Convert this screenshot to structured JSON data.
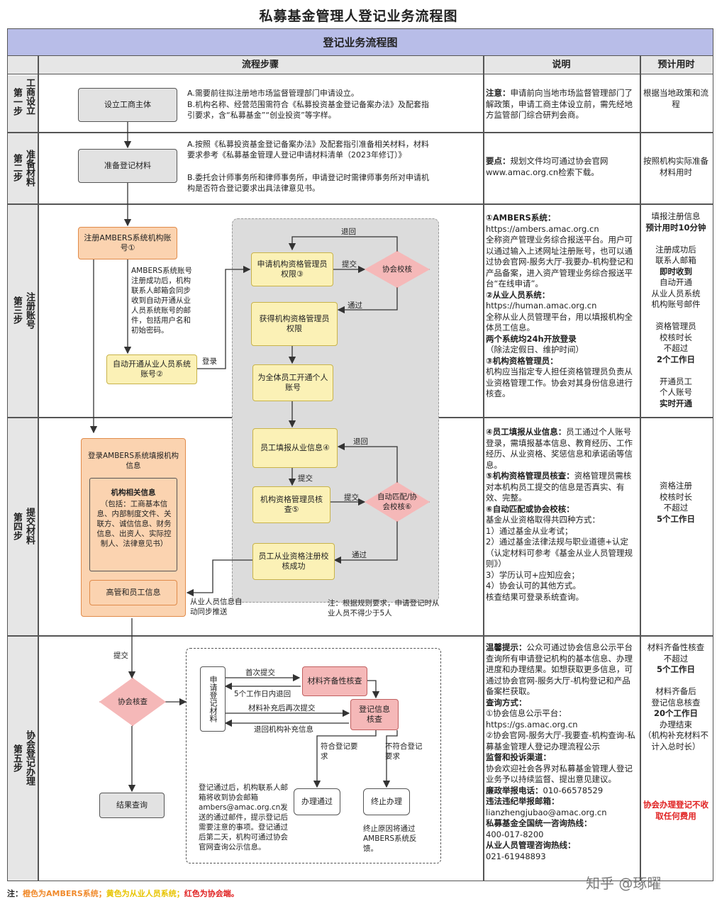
{
  "title": "私募基金管理人登记业务流程图",
  "banner": "登记业务流程图",
  "headers": {
    "steps": "流程步骤",
    "desc": "说明",
    "time": "预计用时"
  },
  "stages": [
    {
      "label": "第一步",
      "name": "工商设立"
    },
    {
      "label": "第二步",
      "name": "准备材料"
    },
    {
      "label": "第三步",
      "name": "注册账号"
    },
    {
      "label": "第四步",
      "name": "提交材料"
    },
    {
      "label": "第五步",
      "name": "协会登记办理"
    }
  ],
  "s1": {
    "box": "设立工商主体",
    "note_a": "A.需要前往拟注册地市场监督管理部门申请设立。",
    "note_b": "B.机构名称、经营范围需符合《私募投资基金登记备案办法》及配套指引要求，含“私募基金”“创业投资”等字样。",
    "desc_key": "注意：",
    "desc": "申请前向当地市场监督管理部门了解政策，申请工商主体设立前，需先经地方监管部门综合研判会商。",
    "time": "根据当地政策和流程"
  },
  "s2": {
    "box": "准备登记材料",
    "note_a": "A.按照《私募投资基金登记备案办法》及配套指引准备相关材料，材料要求参考《私募基金管理人登记申请材料清单（2023年修订）》",
    "note_b": "B.委托会计师事务所和律师事务所，申请登记时需律师事务所对申请机构是否符合登记要求出具法律意见书。",
    "desc_key": "要点：",
    "desc": "规划文件均可通过协会官网www.amac.org.cn检索下载。",
    "time": "按照机构实际准备材料用时"
  },
  "s3": {
    "box_register": "注册AMBERS系统机构账号①",
    "note_ambers": "AMBERS系统账号注册成功后，机构联系人邮箱会同步收到自动开通从业人员系统账号的邮件，包括用户名和初始密码。",
    "box_auto": "自动开通从业人员系统账号②",
    "label_login": "登录",
    "box_apply": "申请机构资格管理员权限③",
    "label_submit": "提交",
    "diamond": "协会校核",
    "label_return": "退回",
    "label_pass": "通过",
    "box_get": "获得机构资格管理员权限",
    "box_open": "为全体员工开通个人账号",
    "desc": [
      {
        "k": "①AMBERS系统：",
        "v": ""
      },
      {
        "k": "",
        "v": "https://ambers.amac.org.cn"
      },
      {
        "k": "",
        "v": "全称资产管理业务综合报送平台。用户可以通过输入上述网址注册账号，也可以通过协会官网-服务大厅-我要办-机构登记和产品备案，进入资产管理业务综合报送平台“在线申请”。"
      },
      {
        "k": "②从业人员系统：",
        "v": ""
      },
      {
        "k": "",
        "v": "https://human.amac.org.cn"
      },
      {
        "k": "",
        "v": "全称从业人员管理平台，用以填报机构全体员工信息。"
      },
      {
        "k": "两个系统均24h开放登录",
        "v": ""
      },
      {
        "k": "",
        "v": "（除法定假日、维护时间）"
      },
      {
        "k": "③机构资格管理员：",
        "v": ""
      },
      {
        "k": "",
        "v": "机构应当指定专人担任资格管理员负责从业资格管理工作。协会对其身份信息进行核查。"
      }
    ],
    "time": [
      {
        "t": "填报注册信息",
        "b": false
      },
      {
        "t": "预计用时10分钟",
        "b": true
      },
      {
        "t": "",
        "b": false
      },
      {
        "t": "注册成功后",
        "b": false
      },
      {
        "t": "联系人邮箱",
        "b": false
      },
      {
        "t": "即时收到",
        "b": true
      },
      {
        "t": "自动开通",
        "b": false
      },
      {
        "t": "从业人员系统",
        "b": false
      },
      {
        "t": "机构账号邮件",
        "b": false
      },
      {
        "t": "",
        "b": false
      },
      {
        "t": "资格管理员",
        "b": false
      },
      {
        "t": "校核时长",
        "b": false
      },
      {
        "t": "不超过",
        "b": false
      },
      {
        "t": "2个工作日",
        "b": true
      },
      {
        "t": "",
        "b": false
      },
      {
        "t": "开通员工",
        "b": false
      },
      {
        "t": "个人账号",
        "b": false
      },
      {
        "t": "实时开通",
        "b": true
      }
    ]
  },
  "s4": {
    "box_login": "登录AMBERS系统填报机构信息",
    "info_title": "机构相关信息",
    "info_body": "（包括：工商基本信息、内部制度文件、关联方、诚信信息、财务信息、出资人、实际控制人、法律意见书）",
    "box_staff_info": "高管和员工信息",
    "note_sync": "从业人员信息自动同步推送",
    "box_fill": "员工填报从业信息④",
    "label_return": "退回",
    "label_submit": "提交",
    "box_review": "机构资格管理员核查⑤",
    "label_submit2": "提交",
    "diamond": "自动匹配/协会校核⑥",
    "label_pass": "通过",
    "box_success": "员工从业资格注册校核成功",
    "note_rule": "注：根据规则要求，申请登记时从业人员不得少于5人",
    "desc": [
      {
        "k": "④员工填报从业信息：",
        "v": "员工通过个人账号登录，需填报基本信息、教育经历、工作经历、从业资格、奖惩信息和承诺函等信息。"
      },
      {
        "k": "⑤机构资格管理员核查：",
        "v": "资格管理员需核对本机构员工提交的信息是否真实、有效、完整。"
      },
      {
        "k": "⑥自动匹配或协会校核：",
        "v": ""
      },
      {
        "k": "",
        "v": "基金从业资格取得共四种方式："
      },
      {
        "k": "",
        "v": "1）通过基金从业考试；"
      },
      {
        "k": "",
        "v": "2）通过基金法律法规与职业道德+认定（认定材料可参考《基金从业人员管理规则》）"
      },
      {
        "k": "",
        "v": "3）学历认可+应知应会；"
      },
      {
        "k": "",
        "v": "4）协会认可的其他方式。"
      },
      {
        "k": "",
        "v": "核查结果可登录系统查询。"
      }
    ],
    "time": [
      {
        "t": "资格注册",
        "b": false
      },
      {
        "t": "校核时长",
        "b": false
      },
      {
        "t": "不超过",
        "b": false
      },
      {
        "t": "5个工作日",
        "b": true
      }
    ]
  },
  "s5": {
    "label_submit": "提交",
    "diamond": "协会核查",
    "box_result": "结果查询",
    "box_apply": "申请登记材料",
    "label_first": "首次提交",
    "label_5days": "5个工作日内退回",
    "box_complete": "材料齐备性核查",
    "label_resubmit": "材料补充后再次提交",
    "box_reg_check": "登记信息核查",
    "label_return": "退回机构补充信息",
    "label_ok": "符合登记要求",
    "label_notok": "不符合登记要求",
    "box_pass": "办理通过",
    "box_stop": "终止办理",
    "note_pass": "登记通过后，机构联系人邮箱将收到协会邮箱ambers@amac.org.cn发送的通过邮件，提示登记后需要注意的事项。登记通过后第二天，机构可通过协会官网查询公示信息。",
    "note_stop": "终止原因将通过AMBERS系统反馈。",
    "desc": [
      {
        "k": "温馨提示：",
        "v": "公众可通过协会信息公示平台查询所有申请登记机构的基本信息、办理进度和办理结果。如想获取更多信息，可通过协会官网-服务大厅-机构登记和产品备案栏获取。"
      },
      {
        "k": "查询方式：",
        "v": ""
      },
      {
        "k": "",
        "v": "①协会信息公示平台："
      },
      {
        "k": "",
        "v": "https://gs.amac.org.cn"
      },
      {
        "k": "",
        "v": "②协会官网-服务大厅-我要查-机构查询-私募基金管理人登记办理流程公示"
      },
      {
        "k": "监督和投诉渠道：",
        "v": ""
      },
      {
        "k": "",
        "v": "协会欢迎社会各界对私募基金管理人登记业务予以持续监督、提出意见建议。"
      },
      {
        "k": "廉政举报电话：",
        "v": "010-66578529"
      },
      {
        "k": "违法违纪举报邮箱：",
        "v": ""
      },
      {
        "k": "",
        "v": "lianzhengjubao@amac.org.cn"
      },
      {
        "k": "私募基金全国统一咨询热线：",
        "v": ""
      },
      {
        "k": "",
        "v": "400-017-8200"
      },
      {
        "k": "从业人员管理咨询热线：",
        "v": ""
      },
      {
        "k": "",
        "v": "021-61948893"
      }
    ],
    "time": [
      {
        "t": "材料齐备性核查",
        "b": false
      },
      {
        "t": "不超过",
        "b": false
      },
      {
        "t": "5个工作日",
        "b": true
      },
      {
        "t": "",
        "b": false
      },
      {
        "t": "材料齐备后",
        "b": false
      },
      {
        "t": "登记信息核查",
        "b": false
      },
      {
        "t": "20个工作日",
        "b": true
      },
      {
        "t": "办理结束",
        "b": false
      },
      {
        "t": "（机构补充材料不计入总时长）",
        "b": false
      }
    ],
    "free": "协会办理登记不收取任何费用"
  },
  "footer": {
    "prefix": "注：",
    "orange": "橙色为AMBERS系统；",
    "yellow": "黄色为从业人员系统；",
    "red": "红色为协会端。"
  },
  "watermark": "知乎 @琢曜",
  "colors": {
    "orange": "#f08a2c",
    "yellow": "#e8c400",
    "red": "#e02020",
    "banner": "#b8bde8"
  }
}
